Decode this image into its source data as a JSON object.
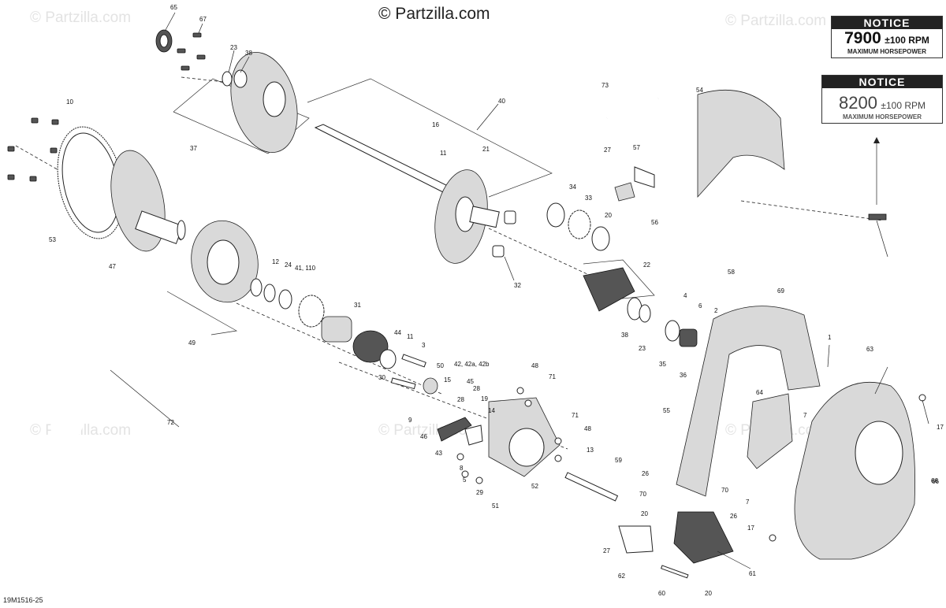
{
  "copyright": "© Partzilla.com",
  "watermark": "© Partzilla.com",
  "diagram_code": "19M1516-25",
  "notices": [
    {
      "header": "NOTICE",
      "rpm": "7900",
      "tolerance": "±100 RPM",
      "subtitle": "MAXIMUM HORSEPOWER"
    },
    {
      "header": "NOTICE",
      "rpm": "8200",
      "tolerance": "±100 RPM",
      "subtitle": "MAXIMUM HORSEPOWER"
    }
  ],
  "callouts": [
    "65",
    "67",
    "23",
    "38",
    "10",
    "37",
    "40",
    "16",
    "21",
    "11",
    "73",
    "54",
    "27",
    "57",
    "34",
    "33",
    "20",
    "56",
    "53",
    "47",
    "12",
    "24",
    "41, 110",
    "31",
    "32",
    "22",
    "58",
    "69",
    "4",
    "6",
    "2",
    "38",
    "23",
    "35",
    "36",
    "1",
    "63",
    "49",
    "72",
    "44",
    "11",
    "3",
    "42, 42a, 42b",
    "48",
    "71",
    "50",
    "30",
    "15",
    "45",
    "28",
    "19",
    "14",
    "9",
    "46",
    "43",
    "28",
    "8",
    "5",
    "29",
    "51",
    "52",
    "13",
    "71",
    "48",
    "59",
    "55",
    "64",
    "7",
    "7",
    "17",
    "66",
    "26",
    "70",
    "70",
    "20",
    "26",
    "17",
    "27",
    "62",
    "60",
    "20",
    "61",
    "66"
  ]
}
